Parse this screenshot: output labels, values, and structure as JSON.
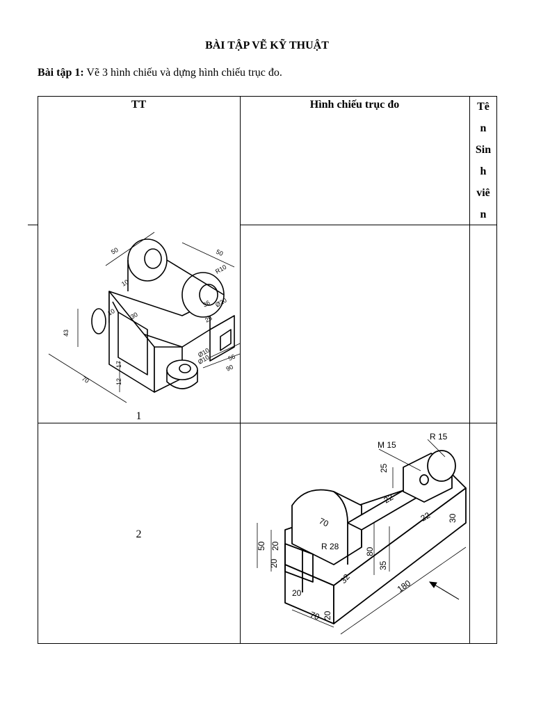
{
  "document": {
    "title": "BÀI TẬP VẼ KỸ THUẬT",
    "exercise_label": "Bài tập 1:",
    "exercise_text": " Vẽ 3 hình chiếu và dựng hình chiếu trục đo."
  },
  "table": {
    "headers": {
      "tt": "TT",
      "axonometric": "Hình chiếu trục đo",
      "student_name_lines": [
        "Tê",
        "n",
        "Sin",
        "h",
        "viê",
        "n"
      ]
    },
    "rows": [
      {
        "number": "1",
        "dimensions": [
          "50",
          "50",
          "R10",
          "10",
          "Ø20",
          "10",
          "30",
          "Ø10",
          "36",
          "Ø10",
          "56",
          "90",
          "43",
          "17",
          "12",
          "70",
          "25"
        ]
      },
      {
        "number": "2",
        "dimensions": [
          "M 15",
          "R 15",
          "25",
          "22",
          "70",
          "22",
          "30",
          "50",
          "20",
          "R 28",
          "80",
          "35",
          "20",
          "32",
          "180",
          "20",
          "70",
          "20"
        ]
      }
    ]
  }
}
